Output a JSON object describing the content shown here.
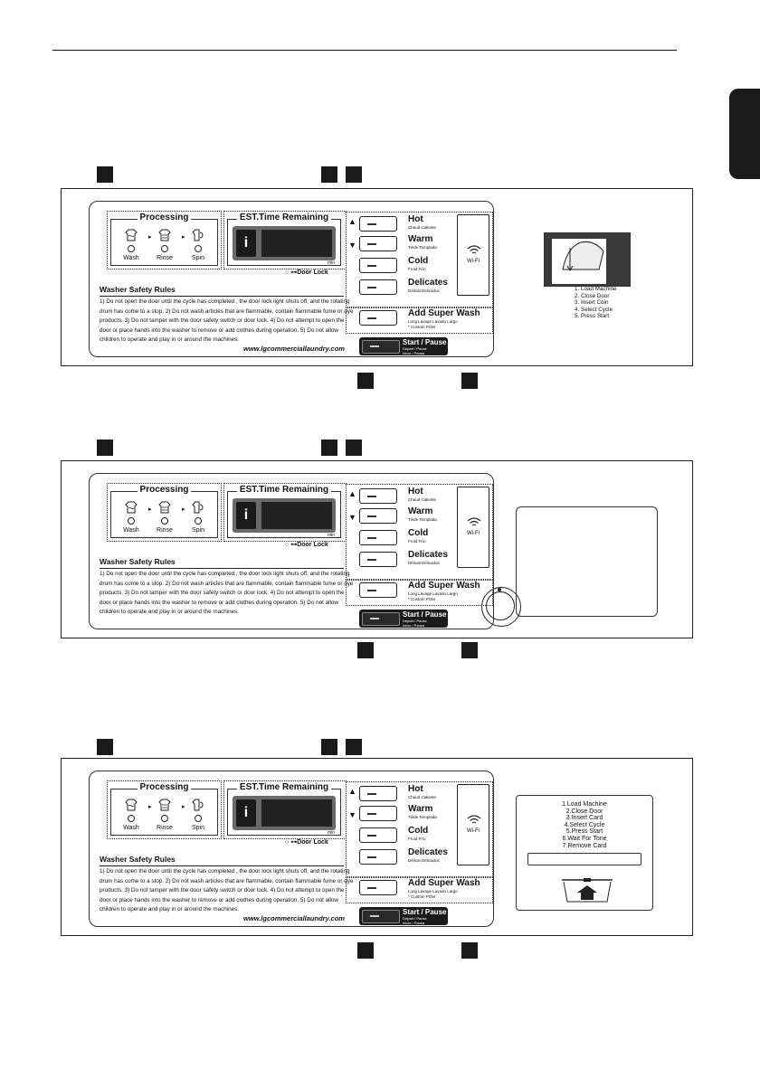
{
  "processing_title": "Processing",
  "stages": [
    {
      "label": "Wash"
    },
    {
      "label": "Rinse"
    },
    {
      "label": "Spin"
    }
  ],
  "time_title": "EST.Time Remaining",
  "min_label": "min",
  "door_lock": "Door Lock",
  "safety": {
    "title": "Washer Safety Rules",
    "lines": [
      "1) Do not open the door until the cycle has completed , the door lock light shuts off, and the rotating",
      "drum has come to a stop. 2) Do not wash articles that are flammable, contain flammable fume or dye",
      "products.  3) Do not tamper with the door safety switch or door lock. 4) Do not attempt to open the",
      "door or place hands into the washer to remove or add clothes during operation.  5) Do not allow",
      "children to operate and play in or around the machines."
    ],
    "url": "www.lgcommerciallaundry.com"
  },
  "options": [
    {
      "name": "Hot",
      "sub": "Chaud  Caliente"
    },
    {
      "name": "Warm",
      "sub": "Tiède  Templada"
    },
    {
      "name": "Cold",
      "sub": "Froid  Frío"
    },
    {
      "name": "Delicates",
      "sub": "Délicat  Delicados"
    }
  ],
  "super_wash": {
    "name": "Add Super Wash",
    "sub": "Long  Lavage  Lavado  Largo",
    "custom": "* Custom PGM"
  },
  "wifi_label": "Wi-Fi",
  "start": {
    "label": "Start / Pause",
    "sub1": "Départ / Pause",
    "sub2": "Inicio / Pausa"
  },
  "coin_steps": [
    "1. Load Machine",
    "2. Close Door",
    "3. Insert Coin",
    "4. Select Cycle",
    "5. Press Start"
  ],
  "card_steps": [
    "1.Load Machine",
    "2.Close Door",
    "3.Insert Card",
    "4.Select Cycle",
    "5.Press Start",
    "6.Wait For Tone",
    "7.Remove Card"
  ],
  "colors": {
    "ink": "#111111",
    "display_bezel": "#6a6a6a",
    "panel_dark": "#1a1a1a"
  }
}
